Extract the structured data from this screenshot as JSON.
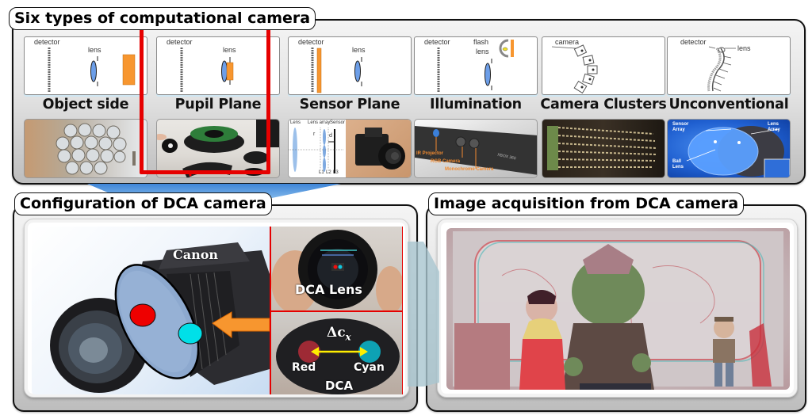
{
  "top_section": {
    "title": "Six types of computational camera",
    "highlighted_index": 1,
    "highlight_color": "#e60000",
    "cells": [
      {
        "label": "Object side",
        "diagram_labels": [
          "detector",
          "lens"
        ],
        "photo": "lens-array-held-in-hand"
      },
      {
        "label": "Pupil Plane",
        "diagram_labels": [
          "detector",
          "lens"
        ],
        "photo": "aperture-mask-components"
      },
      {
        "label": "Sensor Plane",
        "diagram_labels": [
          "detector",
          "lens"
        ],
        "photo": "plenoptic-diagram-and-camera",
        "photo_labels": [
          "Lens",
          "Lens array",
          "Sensor",
          "r",
          "d",
          "L1",
          "L2",
          "L3"
        ]
      },
      {
        "label": "Illumination",
        "diagram_labels": [
          "detector",
          "flash",
          "lens"
        ],
        "photo": "kinect-sensor",
        "photo_labels": [
          "IR Projector",
          "RGB Camera",
          "Monochrome Camera",
          "XBOX 360"
        ]
      },
      {
        "label": "Camera Clusters",
        "diagram_labels": [
          "camera"
        ],
        "photo": "camera-array"
      },
      {
        "label": "Unconventional",
        "diagram_labels": [
          "detector",
          "lens"
        ],
        "photo": "ball-lens-sensor",
        "photo_labels": [
          "Sensor Array",
          "Lens Array",
          "Ball Lens"
        ]
      }
    ]
  },
  "config_section": {
    "title": "Configuration of DCA camera",
    "camera_brand": "Canon",
    "aperture_colors": {
      "red": "#ee0000",
      "cyan": "#00e0e8"
    },
    "inset_top_label": "DCA Lens",
    "inset_bottom": {
      "delta_label": "Δc",
      "delta_subscript": "x",
      "left_label": "Red",
      "right_label": "Cyan",
      "caption": "DCA"
    }
  },
  "acquisition_section": {
    "title": "Image acquisition from DCA camera",
    "image": "anaglyph-figurines-scene"
  },
  "colors": {
    "frame_border": "#111111",
    "connector_blue": "#4a90d9",
    "connector_teal": "#a9c6cf",
    "accent_orange": "#f7962f",
    "lens_blue": "#6c9ee8"
  }
}
